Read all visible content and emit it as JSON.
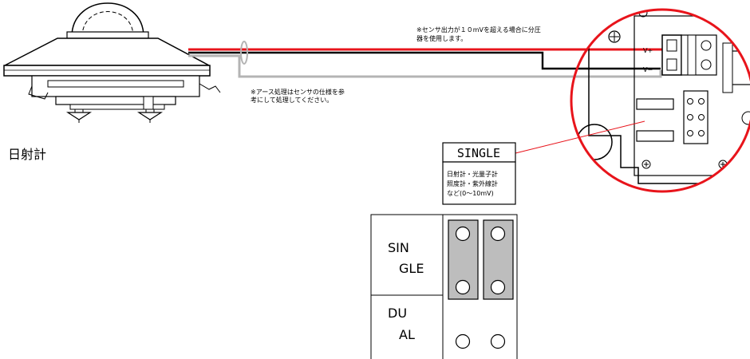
{
  "labels": {
    "device": "日射計",
    "note_top_line1": "※センサ出力が１０mVを超える場合に分圧",
    "note_top_line2": "器を使用します。",
    "note_bottom_line1": "※アース処理はセンサの仕様を参",
    "note_bottom_line2": "考にして処理してください。",
    "terminal_vplus": "V+",
    "terminal_vminus": "V−"
  },
  "single_box": {
    "title": "SINGLE",
    "line1": "日射計・光量子計",
    "line2": "照度計・紫外線計",
    "line3": "など(0〜10mV)"
  },
  "jumper_panel": {
    "single_line1": "SIN",
    "single_line2": "GLE",
    "dual_line1": "DU",
    "dual_line2": "AL"
  },
  "colors": {
    "signal_plus": "#e8141b",
    "signal_minus": "#000000",
    "ground": "#b4b4b4",
    "highlight_circle": "#e8141b",
    "jumper_fill": "#bdbdbd"
  }
}
